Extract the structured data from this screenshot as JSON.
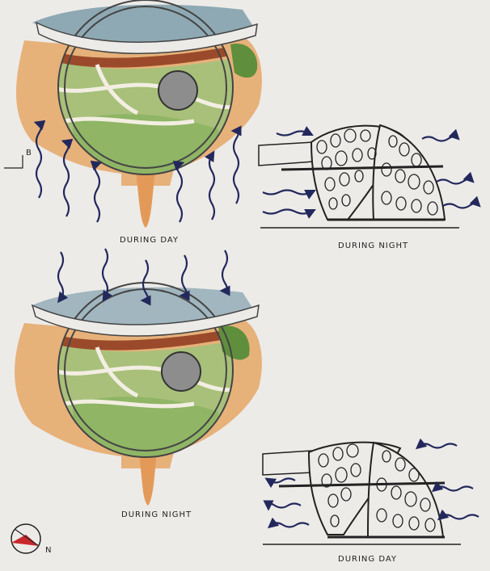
{
  "labels": {
    "day_plan": "DURING DAY",
    "night_section": "DURING NIGHT",
    "night_plan": "DURING NIGHT",
    "day_section": "DURING DAY",
    "north": "N",
    "marker": "B"
  },
  "colors": {
    "paper": "#ecebe8",
    "water": "#6f93a2",
    "orange": "#e6a766",
    "green": "#a8c07a",
    "dark_green": "#6f9a4a",
    "brown": "#9a4a2a",
    "grey": "#8d8d8d",
    "arrow": "#23285c",
    "ink": "#222222",
    "compass_red": "#c8282c"
  }
}
